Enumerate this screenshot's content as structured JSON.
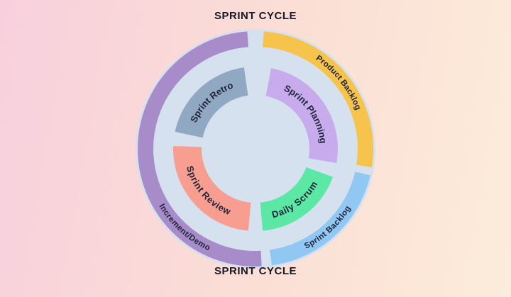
{
  "titles": {
    "top": "SPRINT CYCLE",
    "bottom": "SPRINT CYCLE"
  },
  "colors": {
    "background_left": "#f8d0dd",
    "background_right": "#fcecdb",
    "disc": "#d5e1ee",
    "label_text": "#20243a",
    "title_text": "#191927"
  },
  "wheel": {
    "rings": [
      {
        "name": "outer",
        "segments": [
          {
            "label": "Product Backlog",
            "color": "#f6c44c",
            "start": 4,
            "end": 99,
            "text_dir": "cw"
          },
          {
            "label": "Sprint Backlog",
            "color": "#90c8f3",
            "start": 103,
            "end": 172,
            "text_dir": "ccw"
          },
          {
            "label": "Increment/Demo",
            "color": "#a88cca",
            "start": 177,
            "end": 356,
            "text_dir": "ccw",
            "text_center": 222
          }
        ]
      },
      {
        "name": "inner",
        "segments": [
          {
            "label": "Sprint Planning",
            "color": "#c7abec",
            "start": 11,
            "end": 100,
            "text_dir": "cw"
          },
          {
            "label": "Daily Scrum",
            "color": "#5be8a4",
            "start": 110,
            "end": 175,
            "text_dir": "ccw"
          },
          {
            "label": "Sprint Review",
            "color": "#f89e91",
            "start": 185,
            "end": 272,
            "text_dir": "ccw"
          },
          {
            "label": "Sprint Retro",
            "color": "#90a8c2",
            "start": 282,
            "end": 352,
            "text_dir": "cw"
          }
        ]
      }
    ]
  }
}
